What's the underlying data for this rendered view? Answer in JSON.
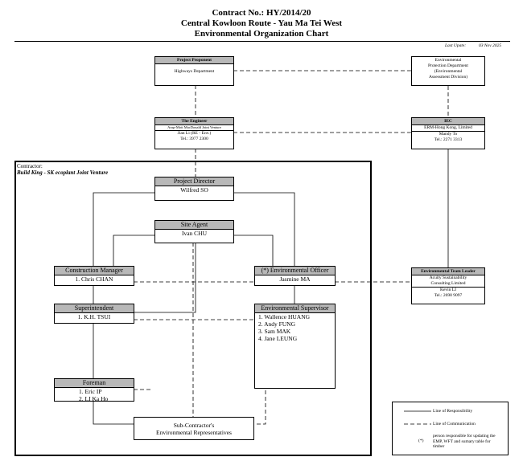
{
  "header": {
    "title1": "Contract No.: HY/2014/20",
    "title2": "Central Kowloon Route - Yau Ma Tei West",
    "title3": "Environmental Organization Chart",
    "last_update_label": "Last Upate:",
    "last_update_date": "03 Nov 2025"
  },
  "nodes": {
    "proponent": {
      "title": "Project Proponent",
      "lines": [
        "Highways Department"
      ]
    },
    "epd": {
      "lines": [
        "Environmental",
        "Protection Department",
        "(Environmental",
        "Assessment Division)"
      ]
    },
    "engineer": {
      "title": "The Engineer",
      "org": "Arup-Mott MacDonald Joint Venture",
      "lines": [
        "Jian Li (RE - Env.)",
        "Tel.: 3977 2300"
      ]
    },
    "iec": {
      "title": "IEC",
      "org": "ERM-Hong Kong, Limited",
      "lines": [
        "Mandy To",
        "Tel.: 2271 3313"
      ]
    },
    "contractor": {
      "label": "Contractor:",
      "name": "Build King - SK ecoplant Joint Venture"
    },
    "director": {
      "title": "Project Director",
      "lines": [
        "Wilfred SO"
      ]
    },
    "site_agent": {
      "title": "Site Agent",
      "lines": [
        "Ivan CHU"
      ]
    },
    "construction_manager": {
      "title": "Construction Manager",
      "lines": [
        "1. Chris CHAN"
      ]
    },
    "env_officer": {
      "title": "(*) Environmental Officer",
      "lines": [
        "Jasmine MA"
      ]
    },
    "superintendent": {
      "title": "Superintendent",
      "lines": [
        "1. K.H. TSUI"
      ]
    },
    "env_supervisor": {
      "title": "Environmental Supervisor",
      "lines": [
        "1. Wallence HUANG",
        "2. Andy FUNG",
        "3. Sam MAK",
        "4. Jane LEUNG"
      ]
    },
    "foreman": {
      "title": "Foreman",
      "lines": [
        "1. Eric IP",
        "2. LI Ka Ho"
      ]
    },
    "subcon": {
      "lines": [
        "Sub-Contractor's",
        "Environmental Representatives"
      ]
    },
    "etl": {
      "title": "Environmental Team Leader",
      "lines": [
        "Acuity Sustainability",
        "Consulting Limited",
        "Kevin LI",
        "Tel.: 2698 9097"
      ]
    }
  },
  "legend": {
    "responsibility": "Line of Responsibility",
    "communication": "Line of Communication",
    "star_symbol": "(*)",
    "star_text": [
      "person responsible for updating the",
      "EMP, WFT and sumary table for",
      "timber"
    ]
  }
}
